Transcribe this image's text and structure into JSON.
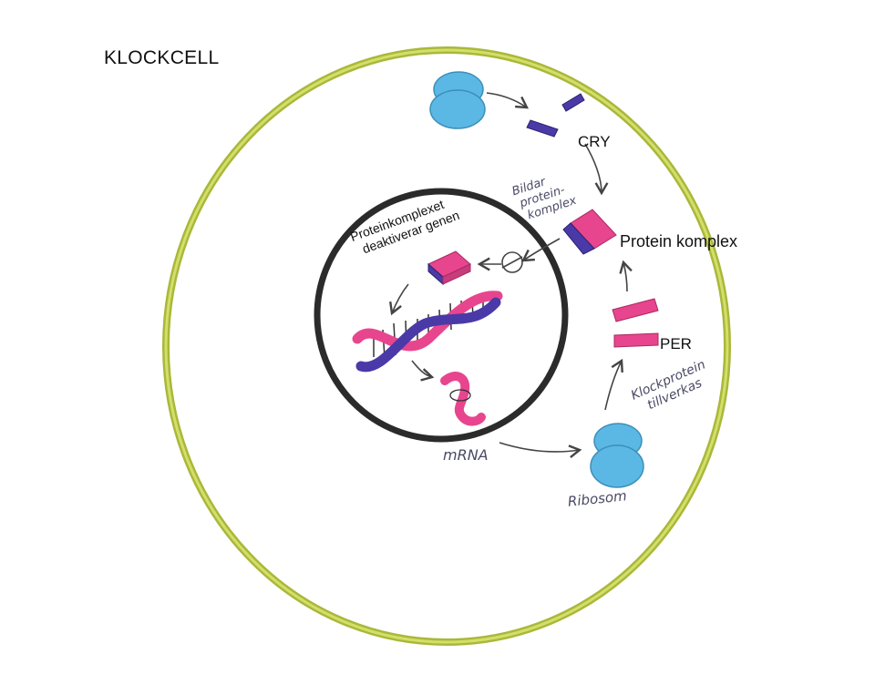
{
  "title": "KLOCKCELL",
  "labels": {
    "cry": "CRY",
    "protein_complex": "Protein komplex",
    "per": "PER",
    "nucleus_text_line1": "Proteinkomplexet",
    "nucleus_text_line2": "deaktiverar genen",
    "forms_complex_line1": "Bildar",
    "forms_complex_line2": "protein-",
    "forms_complex_line3": "komplex",
    "clock_protein_line1": "Klockprotein",
    "clock_protein_line2": "tillverkas",
    "mrna": "mRNA",
    "ribosome": "Ribosom"
  },
  "colors": {
    "cell_membrane": "#b6c43a",
    "nucleus_membrane": "#2b2b2b",
    "ribosome": "#5bb8e4",
    "cry_protein": "#4a3aa8",
    "per_protein": "#e8458f",
    "arrow": "#444444"
  }
}
